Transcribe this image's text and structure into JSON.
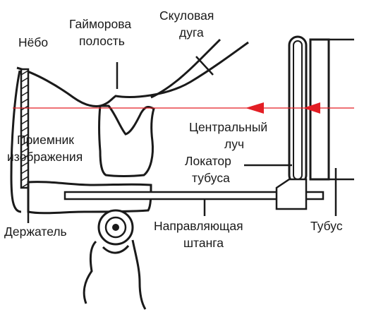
{
  "labels": {
    "palate": "Нёбо",
    "maxillary_sinus_line1": "Гайморова",
    "maxillary_sinus_line2": "полость",
    "zygomatic_arch_line1": "Скуловая",
    "zygomatic_arch_line2": "дуга",
    "receptor_line1": "Приемник",
    "receptor_line2": "изображения",
    "holder": "Держатель",
    "central_ray_line1": "Центральный",
    "central_ray_line2": "луч",
    "tube_locator_line1": "Локатор",
    "tube_locator_line2": "тубуса",
    "guide_rod_line1": "Направляющая",
    "guide_rod_line2": "штанга",
    "tube": "Тубус"
  },
  "colors": {
    "stroke": "#1a1a1a",
    "central_ray": "#e31e24",
    "background": "#ffffff"
  }
}
